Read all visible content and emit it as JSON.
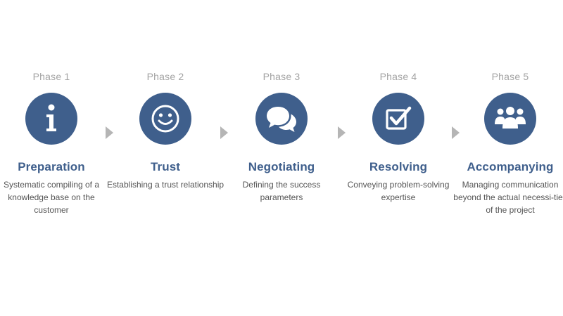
{
  "colors": {
    "circle": "#3f5f8c",
    "title": "#3f5f8c",
    "phase_label": "#a3a3a3",
    "description": "#555555",
    "arrow": "#b5b5b5"
  },
  "phases": [
    {
      "label": "Phase 1",
      "icon": "info-icon",
      "title": "Preparation",
      "description": "Systematic compiling of a knowledge base on the customer"
    },
    {
      "label": "Phase 2",
      "icon": "smiley-icon",
      "title": "Trust",
      "description": "Establishing a trust relationship"
    },
    {
      "label": "Phase 3",
      "icon": "chat-bubbles-icon",
      "title": "Negotiating",
      "description": "Defining the success parameters"
    },
    {
      "label": "Phase 4",
      "icon": "checkbox-icon",
      "title": "Resolving",
      "description": "Conveying problem-solving expertise"
    },
    {
      "label": "Phase 5",
      "icon": "group-icon",
      "title": "Accompanying",
      "description": "Managing communication beyond the actual necessi-ties of the project"
    }
  ]
}
